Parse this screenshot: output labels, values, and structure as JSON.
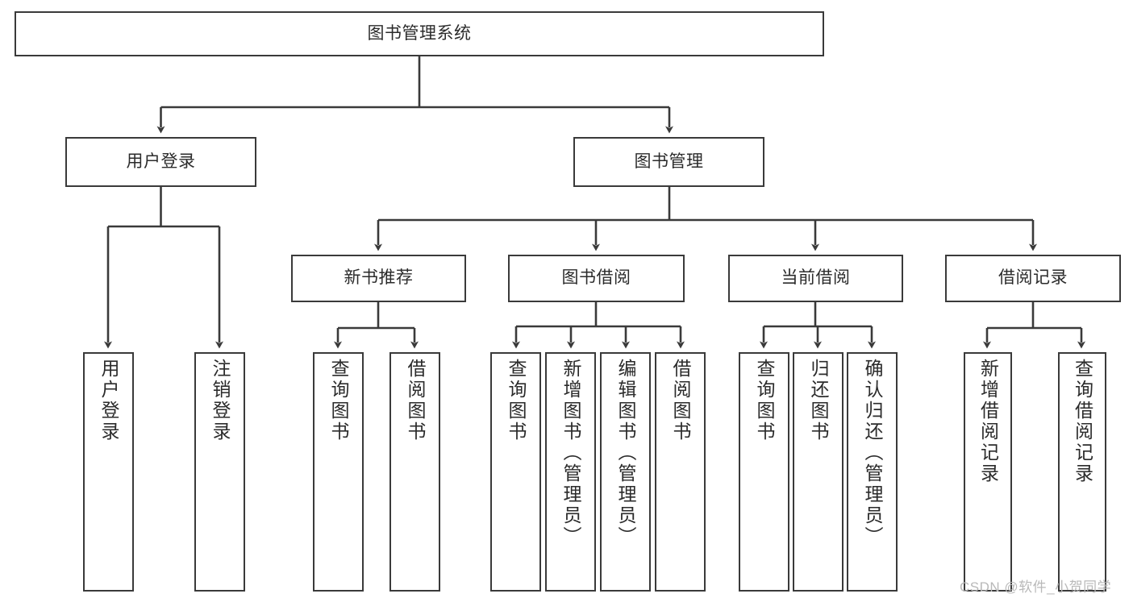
{
  "diagram": {
    "title": "图书管理系统",
    "type": "tree-structure-chart",
    "line_color": "#3a3a3a",
    "text_color": "#2b2b2b",
    "background": "#ffffff"
  },
  "nodes": {
    "root": {
      "label": "图书管理系统"
    },
    "level2": [
      {
        "label": "用户登录"
      },
      {
        "label": "图书管理"
      }
    ],
    "level3": [
      {
        "label": "新书推荐"
      },
      {
        "label": "图书借阅"
      },
      {
        "label": "当前借阅"
      },
      {
        "label": "借阅记录"
      }
    ],
    "leaves": {
      "user_login": [
        {
          "label": "用户登录"
        },
        {
          "label": "注销登录"
        }
      ],
      "new_book_recommend": [
        {
          "label": "查询图书"
        },
        {
          "label": "借阅图书"
        }
      ],
      "book_borrow": [
        {
          "label": "查询图书"
        },
        {
          "label": "新增图书（管理员）"
        },
        {
          "label": "编辑图书（管理员）"
        },
        {
          "label": "借阅图书"
        }
      ],
      "current_borrow": [
        {
          "label": "查询图书"
        },
        {
          "label": "归还图书"
        },
        {
          "label": "确认归还（管理员）"
        }
      ],
      "borrow_record": [
        {
          "label": "新增借阅记录"
        },
        {
          "label": "查询借阅记录"
        }
      ]
    }
  },
  "watermark": {
    "text": "CSDN @软件_小贺同学"
  }
}
